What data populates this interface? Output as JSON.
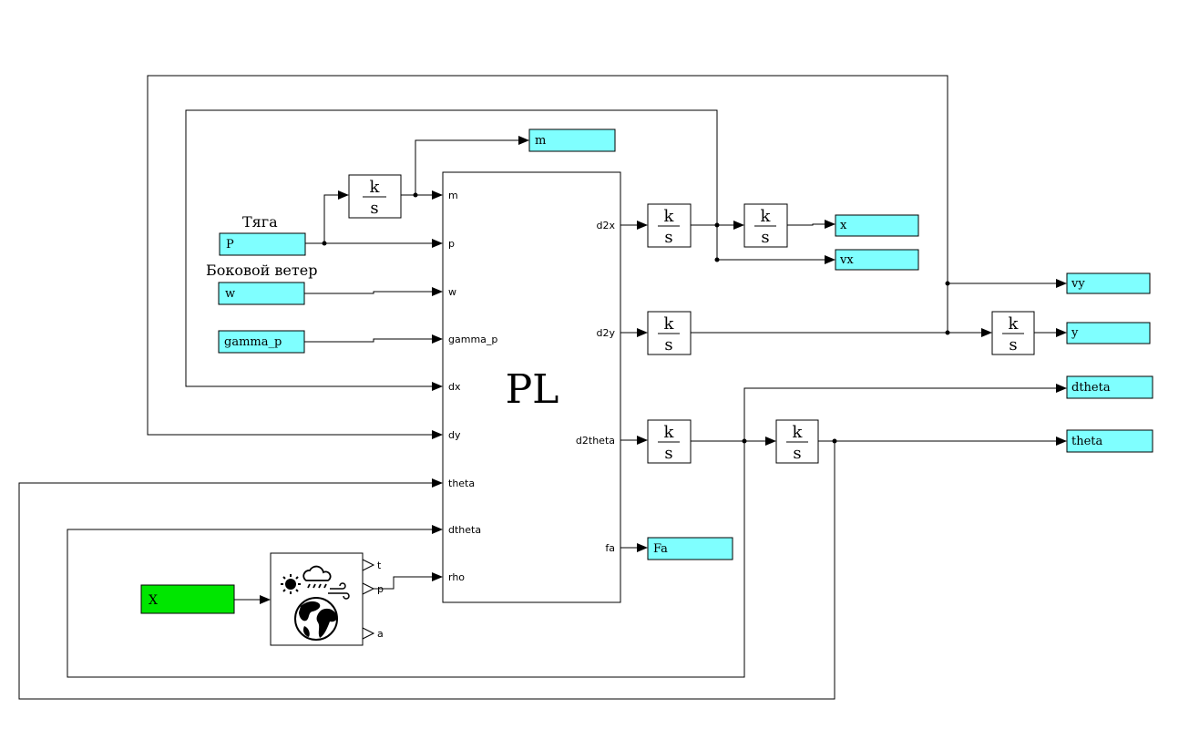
{
  "main_block": {
    "title": "PL",
    "inputs": [
      "m",
      "p",
      "w",
      "gamma_p",
      "dx",
      "dy",
      "theta",
      "dtheta",
      "rho"
    ],
    "outputs": [
      "d2x",
      "d2y",
      "d2theta",
      "fa"
    ]
  },
  "captions": {
    "thrust": "Тяга",
    "crosswind": "Боковой ветер"
  },
  "inputs": {
    "P": "P",
    "w": "w",
    "gamma_p": "gamma_p",
    "X": "X"
  },
  "outputs": {
    "m": "m",
    "x": "x",
    "vx": "vx",
    "vy": "vy",
    "y": "y",
    "dtheta": "dtheta",
    "theta": "theta",
    "Fa": "Fa"
  },
  "integrator": {
    "numerator": "k",
    "denominator": "s"
  },
  "atmosphere": {
    "ports": [
      "t",
      "p",
      "a"
    ],
    "icon": "atmosphere-icon"
  }
}
